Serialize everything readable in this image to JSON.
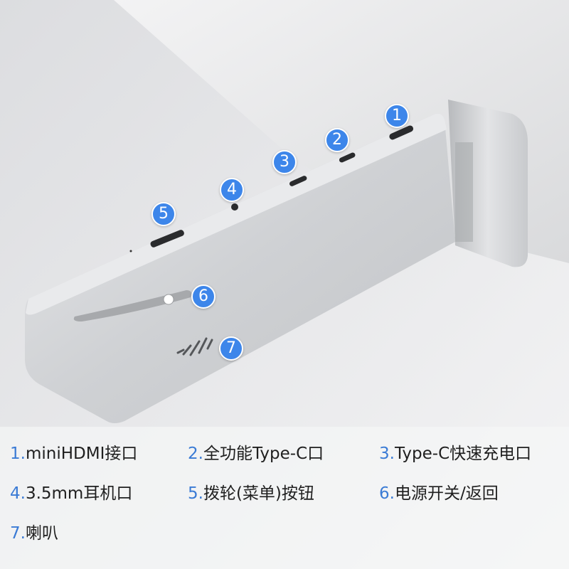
{
  "callouts": [
    "1",
    "2",
    "3",
    "4",
    "5",
    "6",
    "7"
  ],
  "legend": [
    {
      "num": "1.",
      "text": "miniHDMI接口"
    },
    {
      "num": "2.",
      "text": "全功能Type-C口"
    },
    {
      "num": "3.",
      "text": "Type-C快速充电口"
    },
    {
      "num": "4.",
      "text": "3.5mm耳机口"
    },
    {
      "num": "5.",
      "text": "拨轮(菜单)按钮"
    },
    {
      "num": "6.",
      "text": "电源开关/返回"
    },
    {
      "num": "7.",
      "text": "喇叭"
    }
  ],
  "colors": {
    "accent": "#3d86ea",
    "panel": "#d3d5d8",
    "background": "#e9eaec"
  }
}
